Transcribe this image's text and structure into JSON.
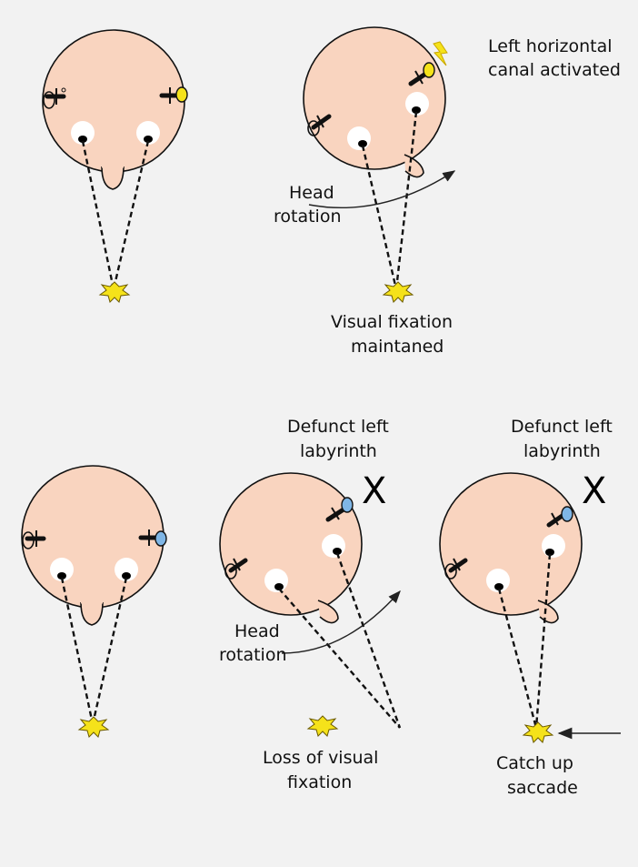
{
  "colors": {
    "head_fill": "#f9d4bf",
    "head_stroke": "#111111",
    "activated_ampulla": "#f5e21a",
    "defunct_ampulla": "#7fb6e6",
    "target_fill": "#f5e21a",
    "background": "#f2f2f2"
  },
  "labels": {
    "left_canal": [
      "Left horizontal",
      "canal activated"
    ],
    "head_rotation_top": [
      "Head",
      "rotation"
    ],
    "fixation_maintained": [
      "Visual fixation",
      "maintaned"
    ],
    "defunct_a": [
      "Defunct left",
      "labyrinth"
    ],
    "defunct_b": [
      "Defunct left",
      "labyrinth"
    ],
    "x_a": "X",
    "x_b": "X",
    "head_rotation_bottom": [
      "Head",
      "rotation"
    ],
    "loss_fixation": [
      "Loss of visual",
      "fixation"
    ],
    "catch_up": [
      "Catch up",
      "saccade"
    ]
  },
  "icons": {
    "activation": "lightning-bolt-icon",
    "target": "star-burst-icon",
    "rotation": "curved-arrow-icon"
  }
}
